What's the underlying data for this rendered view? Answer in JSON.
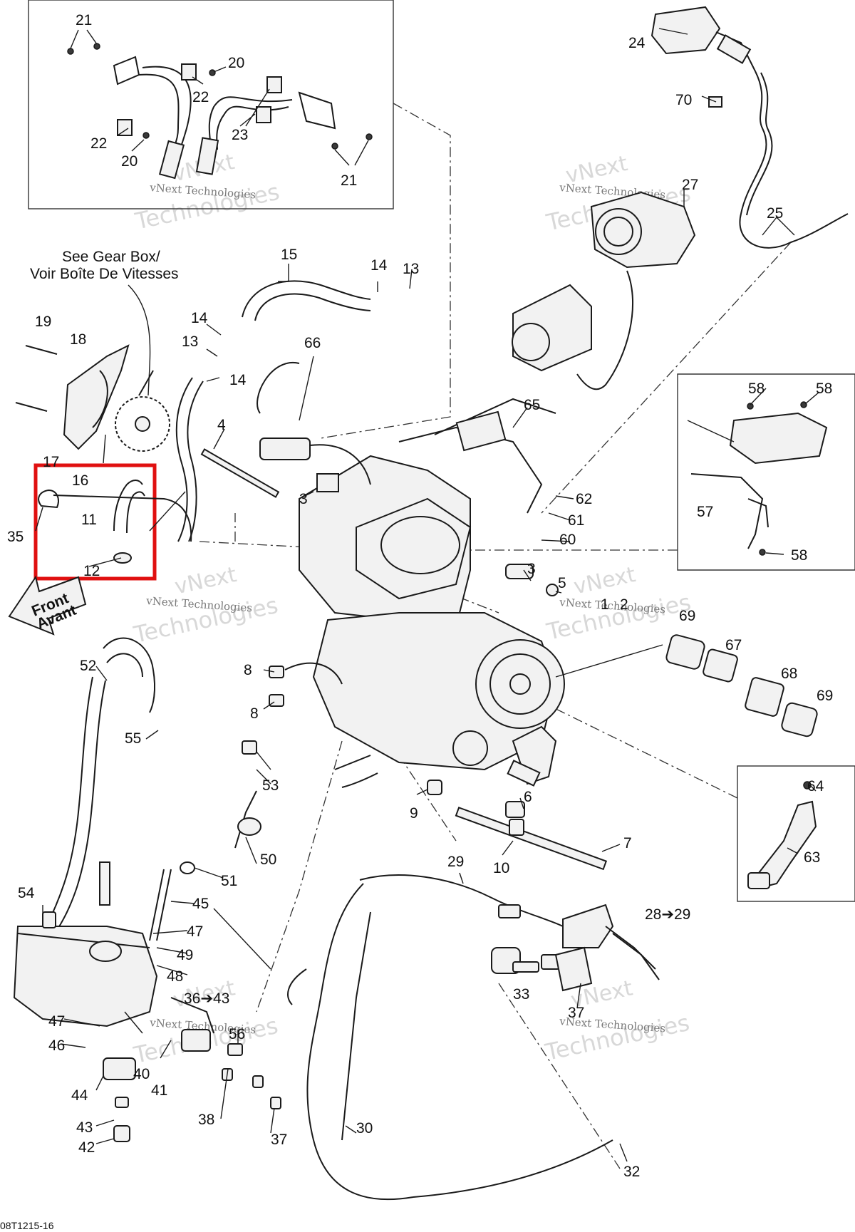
{
  "diagram": {
    "drawing_code": "08T1215-16",
    "gear_box_note": [
      "See Gear Box/",
      "Voir Boîte De Vitesses"
    ],
    "front_arrow": [
      "Front",
      "Avant"
    ],
    "watermark": {
      "line1": "vNext",
      "line2": "vNext Technologies",
      "line3": "Technologies"
    },
    "highlight_color": "#e01010",
    "part_labels": {
      "p1": "1",
      "p2": "2",
      "p3a": "3",
      "p3b": "3",
      "p4": "4",
      "p5": "5",
      "p6": "6",
      "p7": "7",
      "p8a": "8",
      "p8b": "8",
      "p9": "9",
      "p10": "10",
      "p11": "11",
      "p12": "12",
      "p13a": "13",
      "p13b": "13",
      "p14a": "14",
      "p14b": "14",
      "p14c": "14",
      "p15": "15",
      "p16": "16",
      "p17": "17",
      "p18": "18",
      "p19": "19",
      "p20a": "20",
      "p20b": "20",
      "p21a": "21",
      "p21b": "21",
      "p22a": "22",
      "p22b": "22",
      "p23": "23",
      "p24": "24",
      "p25": "25",
      "p27": "27",
      "p28": "28➔29",
      "p29": "29",
      "p30": "30",
      "p32": "32",
      "p33": "33",
      "p35": "35",
      "p36": "36➔43",
      "p37a": "37",
      "p37b": "37",
      "p38": "38",
      "p40": "40",
      "p41": "41",
      "p42": "42",
      "p43": "43",
      "p44": "44",
      "p45": "45",
      "p46": "46",
      "p47a": "47",
      "p47b": "47",
      "p48": "48",
      "p49": "49",
      "p50": "50",
      "p51": "51",
      "p52": "52",
      "p53": "53",
      "p54": "54",
      "p55": "55",
      "p56": "56",
      "p57": "57",
      "p58a": "58",
      "p58b": "58",
      "p58c": "58",
      "p60": "60",
      "p61": "61",
      "p62": "62",
      "p63": "63",
      "p64": "64",
      "p65": "65",
      "p66": "66",
      "p67": "67",
      "p68": "68",
      "p69a": "69",
      "p69b": "69",
      "p70": "70"
    }
  }
}
